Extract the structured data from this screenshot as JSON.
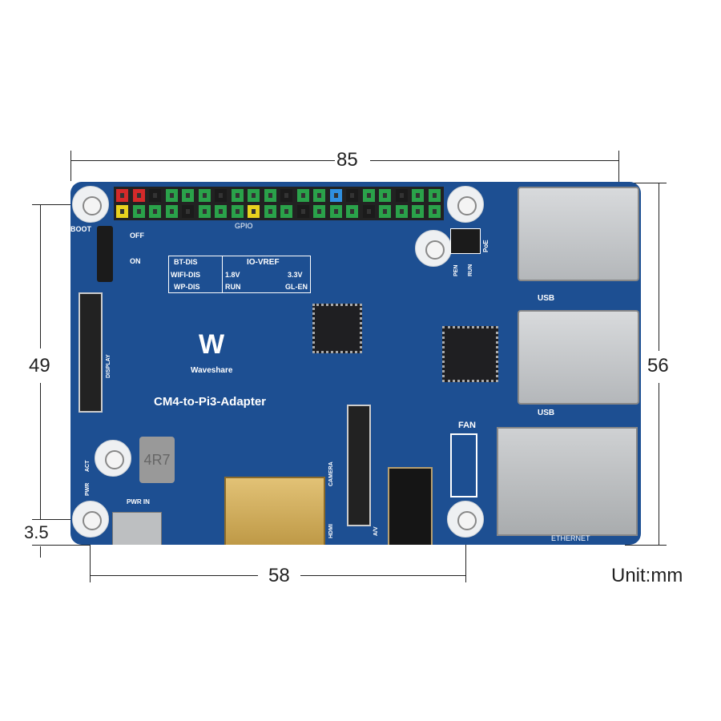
{
  "dimensions": {
    "width": "85",
    "height": "56",
    "hole_spacing_v": "49",
    "hole_spacing_h": "58",
    "hole_offset": "3.5",
    "unit": "Unit:mm"
  },
  "board": {
    "brand": "Waveshare",
    "name": "CM4-to-Pi3-Adapter",
    "gpio_label": "GPIO",
    "boot": "BOOT",
    "off": "OFF",
    "on": "ON",
    "config": {
      "bt": "BT-DIS",
      "wifi": "WIFI-DIS",
      "wp": "WP-DIS",
      "iovref": "IO-VREF",
      "v18": "1.8V",
      "v33": "3.3V",
      "run": "RUN",
      "glen": "GL-EN"
    },
    "pen": "PEN",
    "run2": "RUN",
    "poe": "PoE",
    "usb1": "USB",
    "usb2": "USB",
    "fan": "FAN",
    "ethernet": "ETHERNET",
    "display": "DISPLAY",
    "camera": "CAMERA",
    "hdmi": "HDMI",
    "av": "A/V",
    "pwr": "PWR",
    "act": "ACT",
    "pwr_in": "PWR IN",
    "inductor": "4R7"
  },
  "gpio_top": [
    "#d42a2a",
    "#d42a2a",
    "#1b1b1b",
    "#2aa24a",
    "#2aa24a",
    "#2aa24a",
    "#1b1b1b",
    "#2aa24a",
    "#2aa24a",
    "#2aa24a",
    "#1b1b1b",
    "#2aa24a",
    "#2aa24a",
    "#2f8fe0",
    "#1b1b1b",
    "#2aa24a",
    "#2aa24a",
    "#1b1b1b",
    "#2aa24a",
    "#2aa24a"
  ],
  "gpio_bottom": [
    "#e8d21e",
    "#2aa24a",
    "#2aa24a",
    "#2aa24a",
    "#1b1b1b",
    "#2aa24a",
    "#2aa24a",
    "#2aa24a",
    "#e8d21e",
    "#2aa24a",
    "#2aa24a",
    "#1b1b1b",
    "#2aa24a",
    "#2aa24a",
    "#2aa24a",
    "#1b1b1b",
    "#2aa24a",
    "#2aa24a",
    "#2aa24a",
    "#2aa24a"
  ]
}
